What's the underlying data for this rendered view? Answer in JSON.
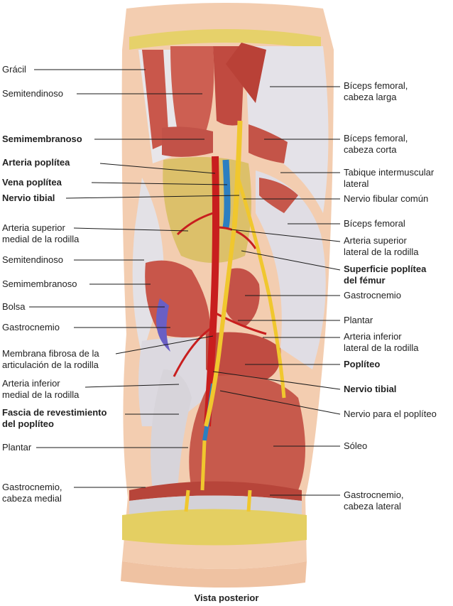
{
  "caption": "Vista posterior",
  "labels_left": [
    {
      "line1": "Grácil",
      "line2": "",
      "bold": false
    },
    {
      "line1": "Semitendinoso",
      "line2": "",
      "bold": false
    },
    {
      "line1": "Semimembranoso",
      "line2": "",
      "bold": true
    },
    {
      "line1": "Arteria poplítea",
      "line2": "",
      "bold": true
    },
    {
      "line1": "Vena poplítea",
      "line2": "",
      "bold": true
    },
    {
      "line1": "Nervio tibial",
      "line2": "",
      "bold": true
    },
    {
      "line1": "Arteria superior",
      "line2": "medial de la rodilla",
      "bold": false
    },
    {
      "line1": "Semitendinoso",
      "line2": "",
      "bold": false
    },
    {
      "line1": "Semimembranoso",
      "line2": "",
      "bold": false
    },
    {
      "line1": "Bolsa",
      "line2": "",
      "bold": false
    },
    {
      "line1": "Gastrocnemio",
      "line2": "",
      "bold": false
    },
    {
      "line1": "Membrana fibrosa de la",
      "line2": "articulación de la rodilla",
      "bold": false
    },
    {
      "line1": "Arteria inferior",
      "line2": "medial de la rodilla",
      "bold": false
    },
    {
      "line1": "Fascia de revestimiento",
      "line2": "del poplíteo",
      "bold": true
    },
    {
      "line1": "Plantar",
      "line2": "",
      "bold": false
    },
    {
      "line1": "Gastrocnemio,",
      "line2": "cabeza medial",
      "bold": false
    }
  ],
  "labels_right": [
    {
      "line1": "Bíceps femoral,",
      "line2": "cabeza larga",
      "bold": false
    },
    {
      "line1": "Bíceps femoral,",
      "line2": "cabeza corta",
      "bold": false
    },
    {
      "line1": "Tabique intermuscular",
      "line2": "lateral",
      "bold": false
    },
    {
      "line1": "Nervio fibular común",
      "line2": "",
      "bold": false
    },
    {
      "line1": "Bíceps femoral",
      "line2": "",
      "bold": false
    },
    {
      "line1": "Arteria superior",
      "line2": "lateral de la rodilla",
      "bold": false
    },
    {
      "line1": "Superficie poplítea",
      "line2": "del fémur",
      "bold": true
    },
    {
      "line1": "Gastrocnemio",
      "line2": "",
      "bold": false
    },
    {
      "line1": "Plantar",
      "line2": "",
      "bold": false
    },
    {
      "line1": "Arteria inferior",
      "line2": "lateral de la rodilla",
      "bold": false
    },
    {
      "line1": "Poplíteo",
      "line2": "",
      "bold": true
    },
    {
      "line1": "Nervio tibial",
      "line2": "",
      "bold": true
    },
    {
      "line1": "Nervio para el poplíteo",
      "line2": "",
      "bold": false
    },
    {
      "line1": "Sóleo",
      "line2": "",
      "bold": false
    },
    {
      "line1": "Gastrocnemio,",
      "line2": "cabeza lateral",
      "bold": false
    }
  ],
  "colors": {
    "skin": "#f2c8a8",
    "fat": "#e9d36a",
    "muscle": "#c8574a",
    "muscle_dark": "#a93b33",
    "tendon": "#e6e6e9",
    "artery": "#c81e1e",
    "vein": "#2c7fc1",
    "nerve": "#f0c72e",
    "bursa": "#6a5fc4",
    "leader": "#1a1a1a"
  }
}
